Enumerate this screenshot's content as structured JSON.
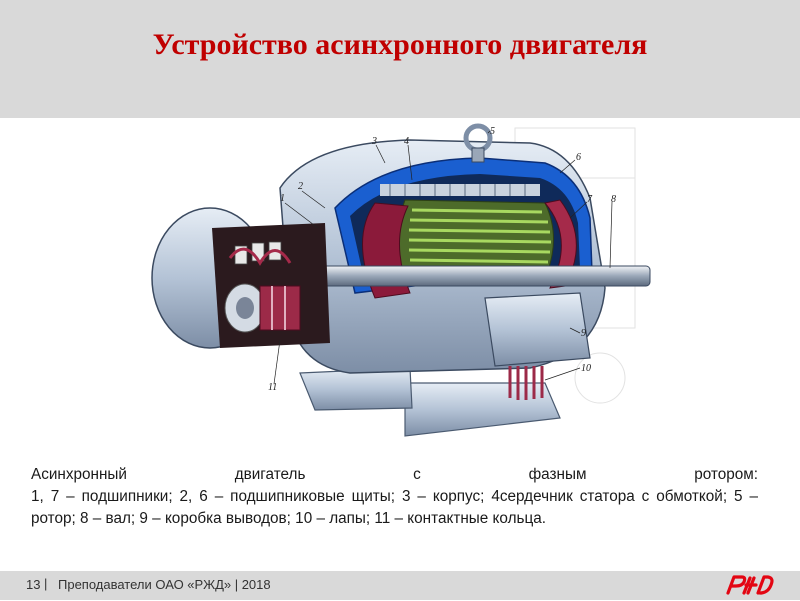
{
  "slide": {
    "title": "Устройство асинхронного двигателя",
    "caption_line1_words": [
      "Асинхронный",
      "двигатель",
      "с",
      "фазным",
      "ротором:"
    ],
    "caption_rest": "1, 7 – подшипники; 2, 6 – подшипниковые щиты; 3 – корпус; 4сердечник статора с обмоткой; 5 – ротор; 8 – вал; 9 – коробка выводов; 10 – лапы; 11 – контактные кольца.",
    "figure_labels": [
      "1",
      "2",
      "3",
      "4",
      "5",
      "6",
      "7",
      "8",
      "9",
      "10",
      "11"
    ]
  },
  "footer": {
    "page_number": "13",
    "separator": "|",
    "text": "Преподаватели ОАО «РЖД»  |  2018"
  },
  "logo": {
    "name": "rzd-logo-icon",
    "color": "#e30613"
  },
  "colors": {
    "title": "#c00000",
    "header_bg": "#d9d9d9",
    "housing_blue": "#1a5fd0",
    "metal_grey": "#b8c6d8",
    "winding_red": "#8b1a3a",
    "winding_green": "#8dc63f"
  }
}
